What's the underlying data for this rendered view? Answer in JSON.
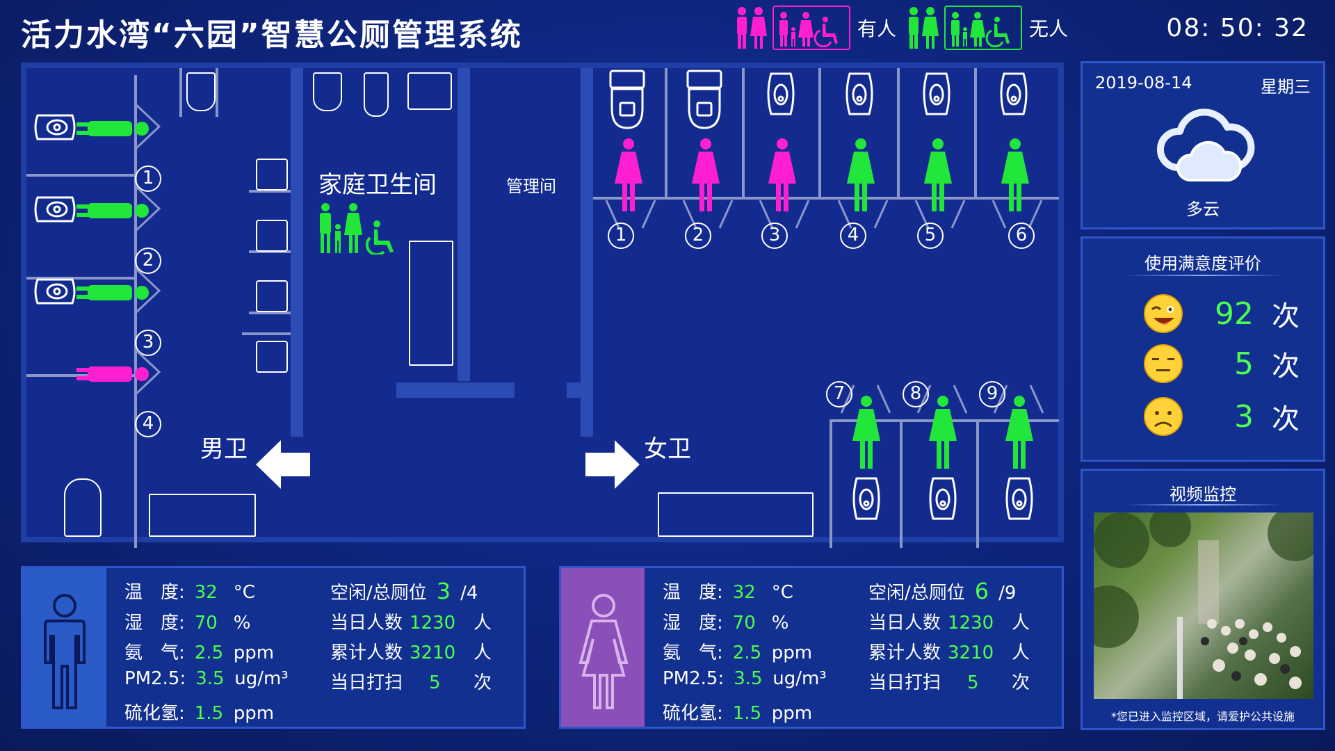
{
  "header": {
    "title": "活力水湾“六园”智慧公厕管理系统",
    "legend_occupied": "有人",
    "legend_free": "无人",
    "clock": "08: 50: 32"
  },
  "colors": {
    "occupied": "#ff1fd2",
    "free": "#22e63a",
    "accent": "#4cff4c"
  },
  "floor": {
    "family_room": "家庭卫生间",
    "mgmt_room": "管理间",
    "male_label": "男卫",
    "female_label": "女卫",
    "male_urinals": [
      {
        "num": "1",
        "status": "free"
      },
      {
        "num": "2",
        "status": "free"
      },
      {
        "num": "3",
        "status": "free"
      },
      {
        "num": "4",
        "status": "occupied"
      }
    ],
    "female_stalls_top": [
      {
        "num": "1",
        "status": "occupied"
      },
      {
        "num": "2",
        "status": "occupied"
      },
      {
        "num": "3",
        "status": "occupied"
      },
      {
        "num": "4",
        "status": "free"
      },
      {
        "num": "5",
        "status": "free"
      },
      {
        "num": "6",
        "status": "free"
      }
    ],
    "female_stalls_bottom": [
      {
        "num": "7",
        "status": "free"
      },
      {
        "num": "8",
        "status": "free"
      },
      {
        "num": "9",
        "status": "free"
      }
    ]
  },
  "weather": {
    "date": "2019-08-14",
    "weekday": "星期三",
    "condition": "多云",
    "icon": "cloud-icon"
  },
  "satisfaction": {
    "title": "使用满意度评价",
    "rows": [
      {
        "icon": "happy-face-icon",
        "count": "92",
        "unit": "次"
      },
      {
        "icon": "neutral-face-icon",
        "count": "5",
        "unit": "次"
      },
      {
        "icon": "sad-face-icon",
        "count": "3",
        "unit": "次"
      }
    ]
  },
  "video": {
    "title": "视频监控",
    "notice": "*您已进入监控区域，请爱护公共设施"
  },
  "male_stats": {
    "temp_label": "温　度:",
    "temp": "32",
    "temp_unit": "°C",
    "hum_label": "湿　度:",
    "hum": "70",
    "hum_unit": "%",
    "nh3_label": "氨　气:",
    "nh3": "2.5",
    "nh3_unit": "ppm",
    "pm_label": "PM2.5:",
    "pm": "3.5",
    "pm_unit": "ug/m³",
    "h2s_label": "硫化氢:",
    "h2s": "1.5",
    "h2s_unit": "ppm",
    "free_label": "空闲/总厕位",
    "free": "3",
    "total": "/4",
    "today_label": "当日人数",
    "today": "1230",
    "today_unit": "人",
    "cum_label": "累计人数",
    "cum": "3210",
    "cum_unit": "人",
    "clean_label": "当日打扫",
    "clean": "5",
    "clean_unit": "次"
  },
  "female_stats": {
    "temp_label": "温　度:",
    "temp": "32",
    "temp_unit": "°C",
    "hum_label": "湿　度:",
    "hum": "70",
    "hum_unit": "%",
    "nh3_label": "氨　气:",
    "nh3": "2.5",
    "nh3_unit": "ppm",
    "pm_label": "PM2.5:",
    "pm": "3.5",
    "pm_unit": "ug/m³",
    "h2s_label": "硫化氢:",
    "h2s": "1.5",
    "h2s_unit": "ppm",
    "free_label": "空闲/总厕位",
    "free": "6",
    "total": "/9",
    "today_label": "当日人数",
    "today": "1230",
    "today_unit": "人",
    "cum_label": "累计人数",
    "cum": "3210",
    "cum_unit": "人",
    "clean_label": "当日打扫",
    "clean": "5",
    "clean_unit": "次"
  }
}
